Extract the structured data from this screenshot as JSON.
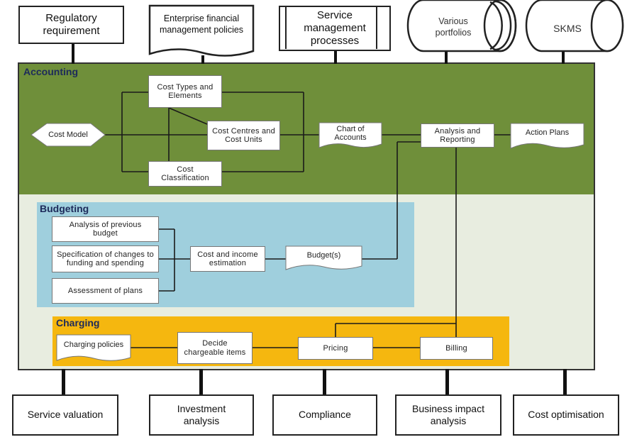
{
  "top": {
    "regulatory": "Regulatory requirement",
    "enterprise": "Enterprise financial management policies",
    "service_mgmt": "Service management processes",
    "portfolios": "Various portfolios",
    "skms": "SKMS"
  },
  "accounting": {
    "title": "Accounting",
    "cost_model": "Cost Model",
    "cost_types": "Cost Types and Elements",
    "cost_centres": "Cost Centres and Cost Units",
    "cost_classification": "Cost Classification",
    "chart_of_accounts": "Chart of Accounts",
    "analysis_reporting": "Analysis and Reporting",
    "action_plans": "Action Plans"
  },
  "budgeting": {
    "title": "Budgeting",
    "analysis_prev": "Analysis of previous budget",
    "specification": "Specification of changes to funding and spending",
    "assessment": "Assessment of plans",
    "cost_income": "Cost and income estimation",
    "budgets": "Budget(s)"
  },
  "charging": {
    "title": "Charging",
    "policies": "Charging policies",
    "decide": "Decide chargeable items",
    "pricing": "Pricing",
    "billing": "Billing"
  },
  "bottom": {
    "valuation": "Service valuation",
    "investment": "Investment analysis",
    "compliance": "Compliance",
    "business_impact": "Business impact analysis",
    "cost_opt": "Cost optimisation"
  },
  "colors": {
    "accounting_bg": "#6f8f3a",
    "budgeting_bg": "#9fcfdd",
    "charging_bg": "#f5b70f",
    "panel_bg": "#e9eee1"
  }
}
